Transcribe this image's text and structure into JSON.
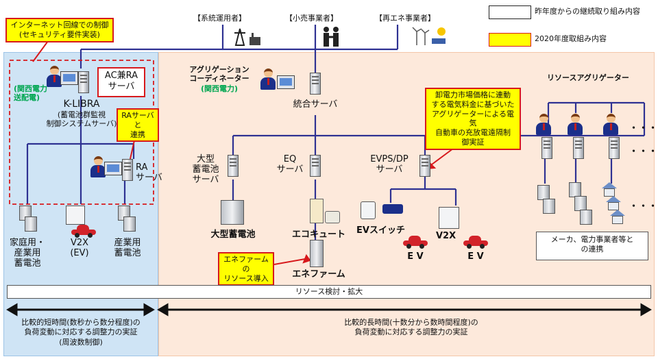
{
  "legend": {
    "continuing": "昨年度からの継続取り組み内容",
    "new2020": "2020年度取組み内容"
  },
  "colors": {
    "blue_panel": "#cfe4f5",
    "orange_panel": "#fde9db",
    "connector": "#2e3192",
    "highlight": "#ffff00",
    "highlight_border": "#d7191c",
    "arrow": "#d7191c"
  },
  "top_actors": {
    "grid_operator": "【系統運用者】",
    "retailer": "【小売事業者】",
    "renewable": "【再エネ事業者】"
  },
  "callouts": {
    "internet_control": [
      "インターネット回線での制御",
      "(セキュリティ要件実装)"
    ],
    "ra_server_link": [
      "RAサーバと",
      "連携"
    ],
    "ac_ra_server": [
      "AC兼RA",
      "サーバ"
    ],
    "ene_farm_intro": [
      "エネファームの",
      "リソース導入"
    ],
    "ev_charging": [
      "卸電力市場価格に連動",
      "する電気料金に基づいた",
      "アグリゲーターによる電気",
      "自動車の充放電遠隔制",
      "御実証"
    ]
  },
  "left": {
    "kansai_td": [
      "(関西電力",
      "送配電)"
    ],
    "klibra_title": "K-LIBRA",
    "klibra_desc": [
      "(蓄電池群監視",
      "制御システムサーバ)"
    ],
    "ra_server": [
      "RA",
      "サーバ"
    ],
    "home_battery": [
      "家庭用・",
      "産業用",
      "蓄電池"
    ],
    "v2x_ev": [
      "V2X",
      "(EV)"
    ],
    "industrial_battery": [
      "産業用",
      "蓄電池"
    ]
  },
  "center": {
    "aggregation_coordinator": [
      "アグリゲーション",
      "コーディネーター"
    ],
    "kansai_electric": "(関西電力)",
    "integrated_server": "統合サーバ",
    "large_battery_server": [
      "大型",
      "蓄電池",
      "サーバ"
    ],
    "eq_server": [
      "EQ",
      "サーバ"
    ],
    "evps_server": [
      "EVPS/DP",
      "サーバ"
    ],
    "large_battery": "大型蓄電池",
    "ecocute": "エコキュート",
    "ene_farm": "エネファーム",
    "ev_switch": "EVスイッチ",
    "ev1": "E V",
    "v2x": "V2X",
    "ev2": "E V"
  },
  "right": {
    "resource_aggregator": "リソースアグリゲーター",
    "makers_note": [
      "メーカ、電力事業者等と",
      "の連携"
    ],
    "dots": "・・・"
  },
  "bottom": {
    "resource_review": "リソース検討・拡大",
    "short_term": [
      "比較的短時間(数秒から数分程度)の",
      "負荷変動に対応する調整力の実証",
      "(周波数制御)"
    ],
    "long_term": [
      "比較的長時間(十数分から数時間程度)の",
      "負荷変動に対応する調整力の実証"
    ]
  }
}
